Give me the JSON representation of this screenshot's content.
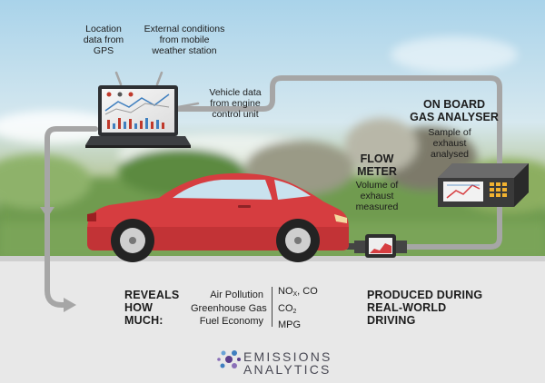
{
  "colors": {
    "sky": "#a8cfe6",
    "road": "#e8e8e8",
    "car_body": "#d63d40",
    "pipe": "#a7a7a7",
    "brand_purple": "#5b3f8d",
    "brand_blue": "#3f7fbf"
  },
  "labels": {
    "location": [
      "Location",
      "data from",
      "GPS"
    ],
    "external": [
      "External conditions",
      "from mobile",
      "weather station"
    ],
    "vehicle": [
      "Vehicle data",
      "from engine",
      "control unit"
    ],
    "onboard_title": [
      "ON BOARD",
      "GAS ANALYSER"
    ],
    "onboard_desc": [
      "Sample of",
      "exhaust",
      "analysed"
    ],
    "flow_title": [
      "FLOW",
      "METER"
    ],
    "flow_desc": [
      "Volume of",
      "exhaust",
      "measured"
    ]
  },
  "results": {
    "reveals": [
      "REVEALS",
      "HOW",
      "MUCH:"
    ],
    "metrics": [
      "Air Pollution",
      "Greenhouse Gas",
      "Fuel Economy"
    ],
    "pollutant_line1": "NO",
    "pollutant_line1_sub": "X",
    "pollutant_line1_rest": ", CO",
    "pollutant_line2": "CO",
    "pollutant_line2_sub": "2",
    "pollutant_line3": "MPG",
    "produced": [
      "PRODUCED DURING",
      "REAL-WORLD",
      "DRIVING"
    ]
  },
  "brand": {
    "line1": "EMISSIONS",
    "line2": "ANALYTICS"
  },
  "icons": {
    "laptop": "laptop-icon",
    "analyser": "gas-analyser-icon",
    "flow_meter": "flow-meter-icon",
    "car": "car-icon",
    "logo": "emissions-analytics-logo-icon"
  }
}
